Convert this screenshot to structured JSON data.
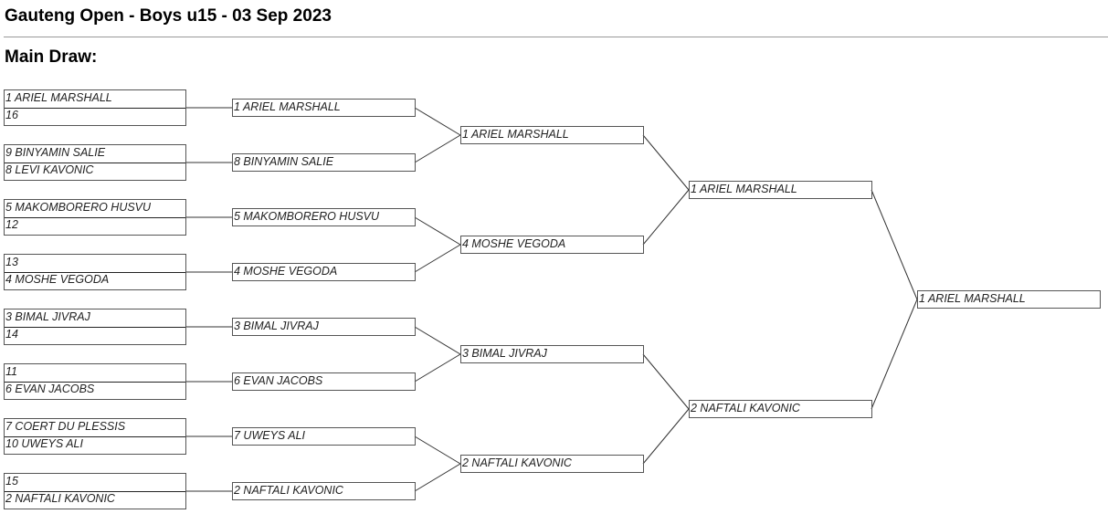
{
  "header": {
    "title": "Gauteng Open - Boys u15 - 03 Sep 2023",
    "draw_label": "Main Draw:"
  },
  "bracket": {
    "round1": [
      {
        "top": "1 ARIEL MARSHALL",
        "bottom": "16"
      },
      {
        "top": "9 BINYAMIN SALIE",
        "bottom": "8 LEVI KAVONIC"
      },
      {
        "top": "5 MAKOMBORERO HUSVU",
        "bottom": "12"
      },
      {
        "top": "13",
        "bottom": "4 MOSHE VEGODA"
      },
      {
        "top": "3 BIMAL JIVRAJ",
        "bottom": "14"
      },
      {
        "top": "11",
        "bottom": "6 EVAN JACOBS"
      },
      {
        "top": "7 COERT DU PLESSIS",
        "bottom": "10 UWEYS ALI"
      },
      {
        "top": "15",
        "bottom": "2 NAFTALI KAVONIC"
      }
    ],
    "round2": [
      "1 ARIEL MARSHALL",
      "8 BINYAMIN SALIE",
      "5 MAKOMBORERO HUSVU",
      "4 MOSHE VEGODA",
      "3 BIMAL JIVRAJ",
      "6 EVAN JACOBS",
      "7 UWEYS ALI",
      "2 NAFTALI KAVONIC"
    ],
    "quarterfinals": [
      "1 ARIEL MARSHALL",
      "4 MOSHE VEGODA",
      "3 BIMAL JIVRAJ",
      "2 NAFTALI KAVONIC"
    ],
    "semifinals": [
      "1 ARIEL MARSHALL",
      "2 NAFTALI KAVONIC"
    ],
    "final": [
      "1 ARIEL MARSHALL"
    ]
  }
}
